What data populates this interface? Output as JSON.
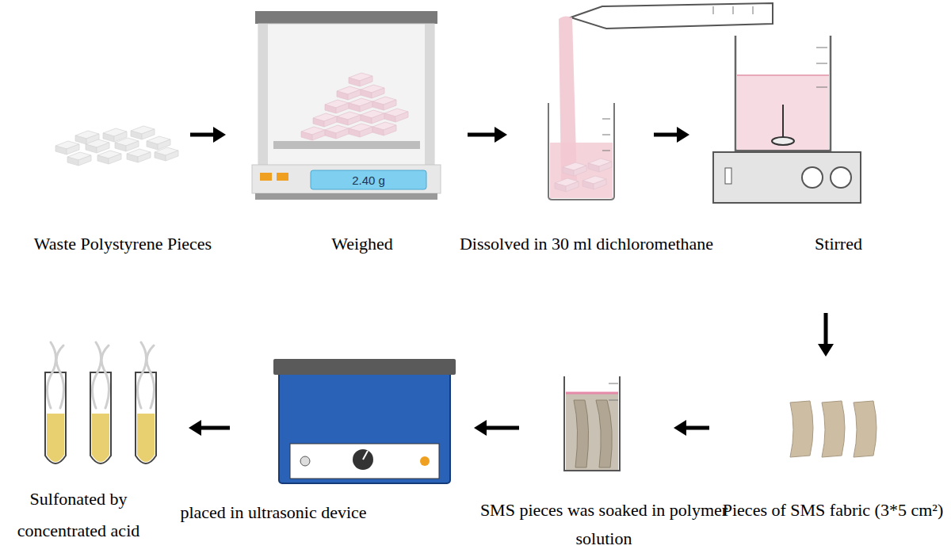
{
  "diagram": {
    "nodes": [
      {
        "text": [
          "Waste Polystyrene Pieces"
        ]
      },
      {
        "text": [
          "Weighed"
        ]
      },
      {
        "text": [
          "Dissolved in 30 ml dichloromethane"
        ]
      },
      {
        "text": [
          "Stirred"
        ]
      },
      {
        "text": [
          "Pieces of SMS  fabric (3*5 cm²)"
        ]
      },
      {
        "text": [
          "SMS  pieces was soaked in polymer solution"
        ]
      },
      {
        "text": [
          "placed in ultrasonic device"
        ]
      },
      {
        "text": [
          "Sulfonated by concentrated acid"
        ]
      }
    ],
    "edges": [
      {
        "from": 0,
        "to": 1,
        "arrow": "to"
      },
      {
        "from": 1,
        "to": 2,
        "arrow": "to"
      },
      {
        "from": 2,
        "to": 3,
        "arrow": "to"
      },
      {
        "from": 3,
        "to": 4,
        "arrow": "to"
      },
      {
        "from": 4,
        "to": 5,
        "arrow": "to"
      },
      {
        "from": 5,
        "to": 6,
        "arrow": "to"
      },
      {
        "from": 6,
        "to": 7,
        "arrow": "to"
      }
    ],
    "labels": [
      "2.40 g"
    ]
  }
}
